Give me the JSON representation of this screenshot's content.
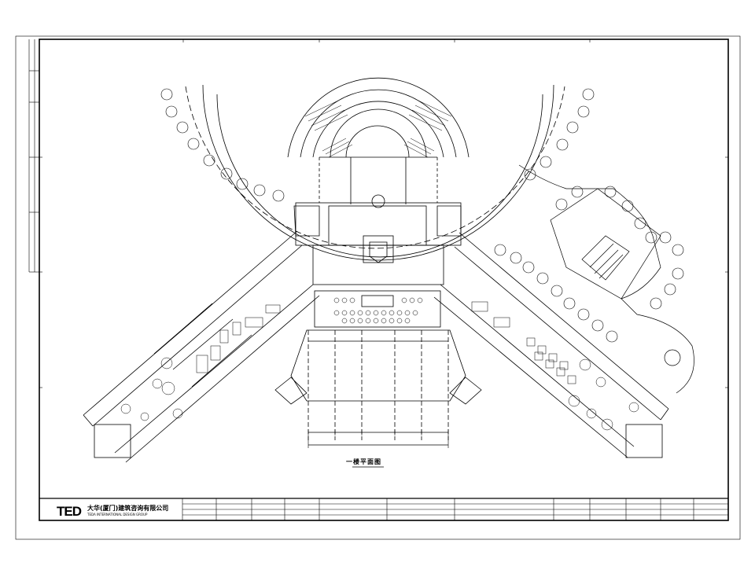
{
  "drawing": {
    "plan_title": "一楼平面图"
  },
  "title_block": {
    "logo": "TED",
    "company_cn": "大华(厦门)建筑咨询有限公司",
    "company_en": "TEDA INTERNATIONAL DESIGN GROUP"
  },
  "colors": {
    "line": "#000000",
    "background": "#ffffff"
  }
}
